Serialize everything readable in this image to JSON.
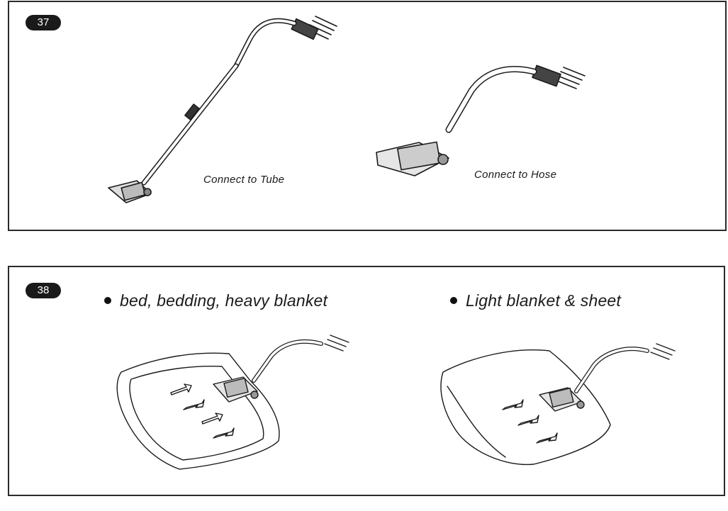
{
  "panel_37": {
    "badge": "37",
    "caption_tube": "Connect to Tube",
    "caption_hose": "Connect to Hose"
  },
  "panel_38": {
    "badge": "38",
    "heading_left": "bed, bedding, heavy blanket",
    "heading_right": "Light blanket & sheet"
  },
  "colors": {
    "ink": "#1a1a1a",
    "border": "#2a2a2a",
    "background": "#ffffff"
  }
}
